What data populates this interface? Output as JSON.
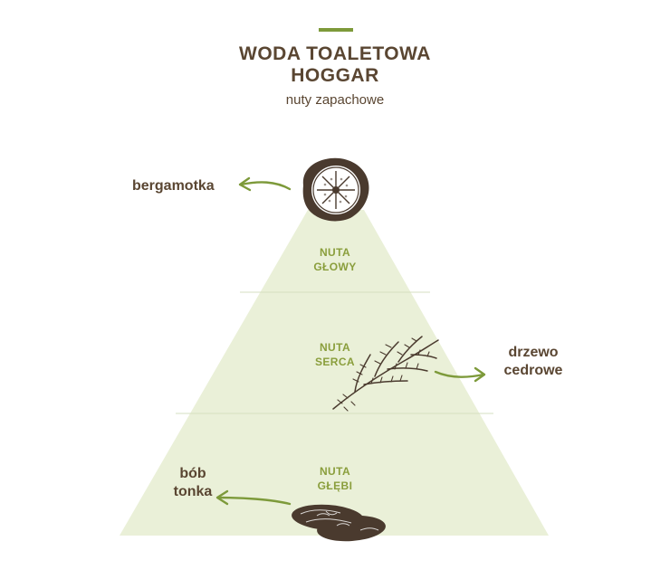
{
  "header": {
    "title_line1": "WODA TOALETOWA",
    "title_line2": "HOGGAR",
    "subtitle": "nuty zapachowe"
  },
  "pyramid": {
    "tiers": [
      {
        "line1": "NUTA",
        "line2": "GŁOWY"
      },
      {
        "line1": "NUTA",
        "line2": "SERCA"
      },
      {
        "line1": "NUTA",
        "line2": "GŁĘBI"
      }
    ]
  },
  "ingredients": {
    "top": {
      "label": "bergamotka",
      "icon": "bergamot-slice-icon"
    },
    "heart": {
      "line1": "drzewo",
      "line2": "cedrowe",
      "icon": "cedar-branch-icon"
    },
    "base": {
      "line1": "bób",
      "line2": "tonka",
      "icon": "tonka-bean-icon"
    }
  },
  "colors": {
    "title": "#5a4632",
    "accent": "#7d9a3a",
    "pyramid_fill": "#eaf0d8",
    "tier_text": "#8a9e3c",
    "icon_dark": "#4a3a2e"
  }
}
